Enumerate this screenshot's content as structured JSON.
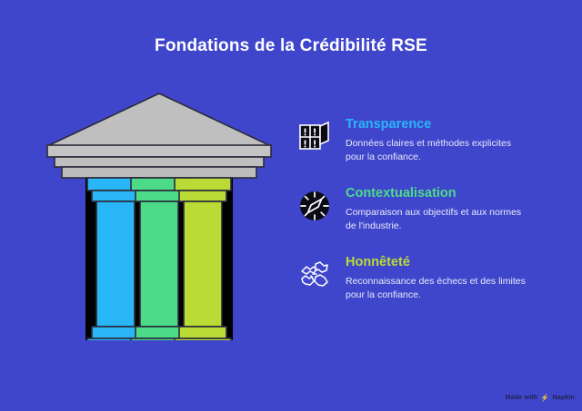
{
  "slide": {
    "title": "Fondations de la Crédibilité RSE",
    "background_color": "#3f46cc",
    "title_color": "#ffffff"
  },
  "illustration": {
    "name": "greek-temple-three-pillars",
    "stone_color": "#bfbfbf",
    "stone_outline": "#2a2a3a",
    "gap_color": "#000000",
    "pillars": [
      {
        "label": "Transparence",
        "color": "#29b6f6"
      },
      {
        "label": "Contextualisation",
        "color": "#4ddb8a"
      },
      {
        "label": "Honnêteté",
        "color": "#bada36"
      }
    ]
  },
  "features": [
    {
      "icon": "window-panes-icon",
      "title": "Transparence",
      "title_color": "#29b6f6",
      "description": "Données claires et méthodes explicites pour la confiance."
    },
    {
      "icon": "compass-icon",
      "title": "Contextualisation",
      "title_color": "#4ddb8a",
      "description": "Comparaison aux objectifs et aux normes de l'industrie."
    },
    {
      "icon": "handshake-icon",
      "title": "Honnêteté",
      "title_color": "#bada36",
      "description": "Reconnaissance des échecs et des limites pour la confiance."
    }
  ],
  "watermark": {
    "prefix": "Made with",
    "bolt": "⚡",
    "brand": "Napkin"
  }
}
